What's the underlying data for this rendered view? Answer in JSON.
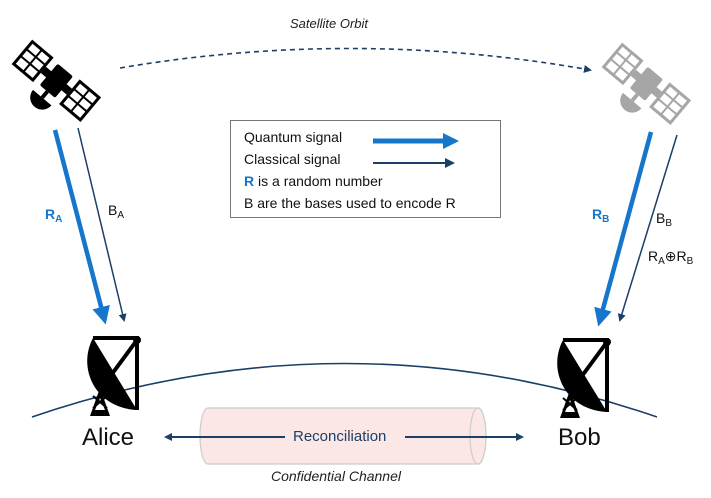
{
  "orbit_label": "Satellite Orbit",
  "legend": {
    "quantum": "Quantum signal",
    "classical": "Classical signal",
    "r_symbol": "R",
    "r_text": " is a random number",
    "b_text": "B are the bases used to encode R"
  },
  "labels": {
    "ra_main": "R",
    "ra_sub": "A",
    "ba_main": "B",
    "ba_sub": "A",
    "rb_main": "R",
    "rb_sub": "B",
    "bb_main": "B",
    "bb_sub": "B",
    "xor_r1": "R",
    "xor_s1": "A",
    "xor_op": "⊕",
    "xor_r2": "R",
    "xor_s2": "B"
  },
  "parties": {
    "alice": "Alice",
    "bob": "Bob"
  },
  "channel": {
    "reconciliation": "Reconciliation",
    "caption": "Confidential Channel"
  },
  "colors": {
    "quantum": "#1576cc",
    "classical": "#1b3f66",
    "channel_fill": "#fbe7e6",
    "satellite_ghost": "#a6a6a6"
  },
  "icons": [
    "satellite-icon",
    "satellite-ghost-icon",
    "dish-antenna-icon"
  ]
}
